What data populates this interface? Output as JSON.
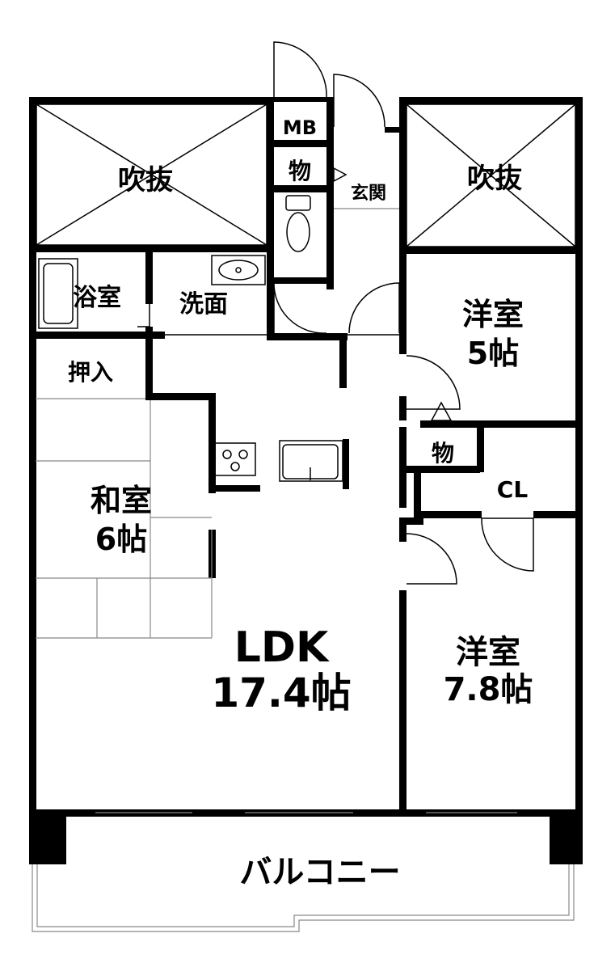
{
  "rooms": {
    "void_left": "吹抜",
    "void_right": "吹抜",
    "mb": "MB",
    "storage_top": "物",
    "entrance": "玄関",
    "bath": "浴室",
    "washroom": "洗面",
    "closet_oshiire": "押入",
    "western_5": {
      "name": "洋室",
      "size": "5帖"
    },
    "storage_mid": "物",
    "cl": "CL",
    "japanese": {
      "name": "和室",
      "size": "6帖"
    },
    "ldk": {
      "name": "LDK",
      "size": "17.4帖"
    },
    "western_78": {
      "name": "洋室",
      "size": "7.8帖"
    },
    "balcony": "バルコニー"
  }
}
